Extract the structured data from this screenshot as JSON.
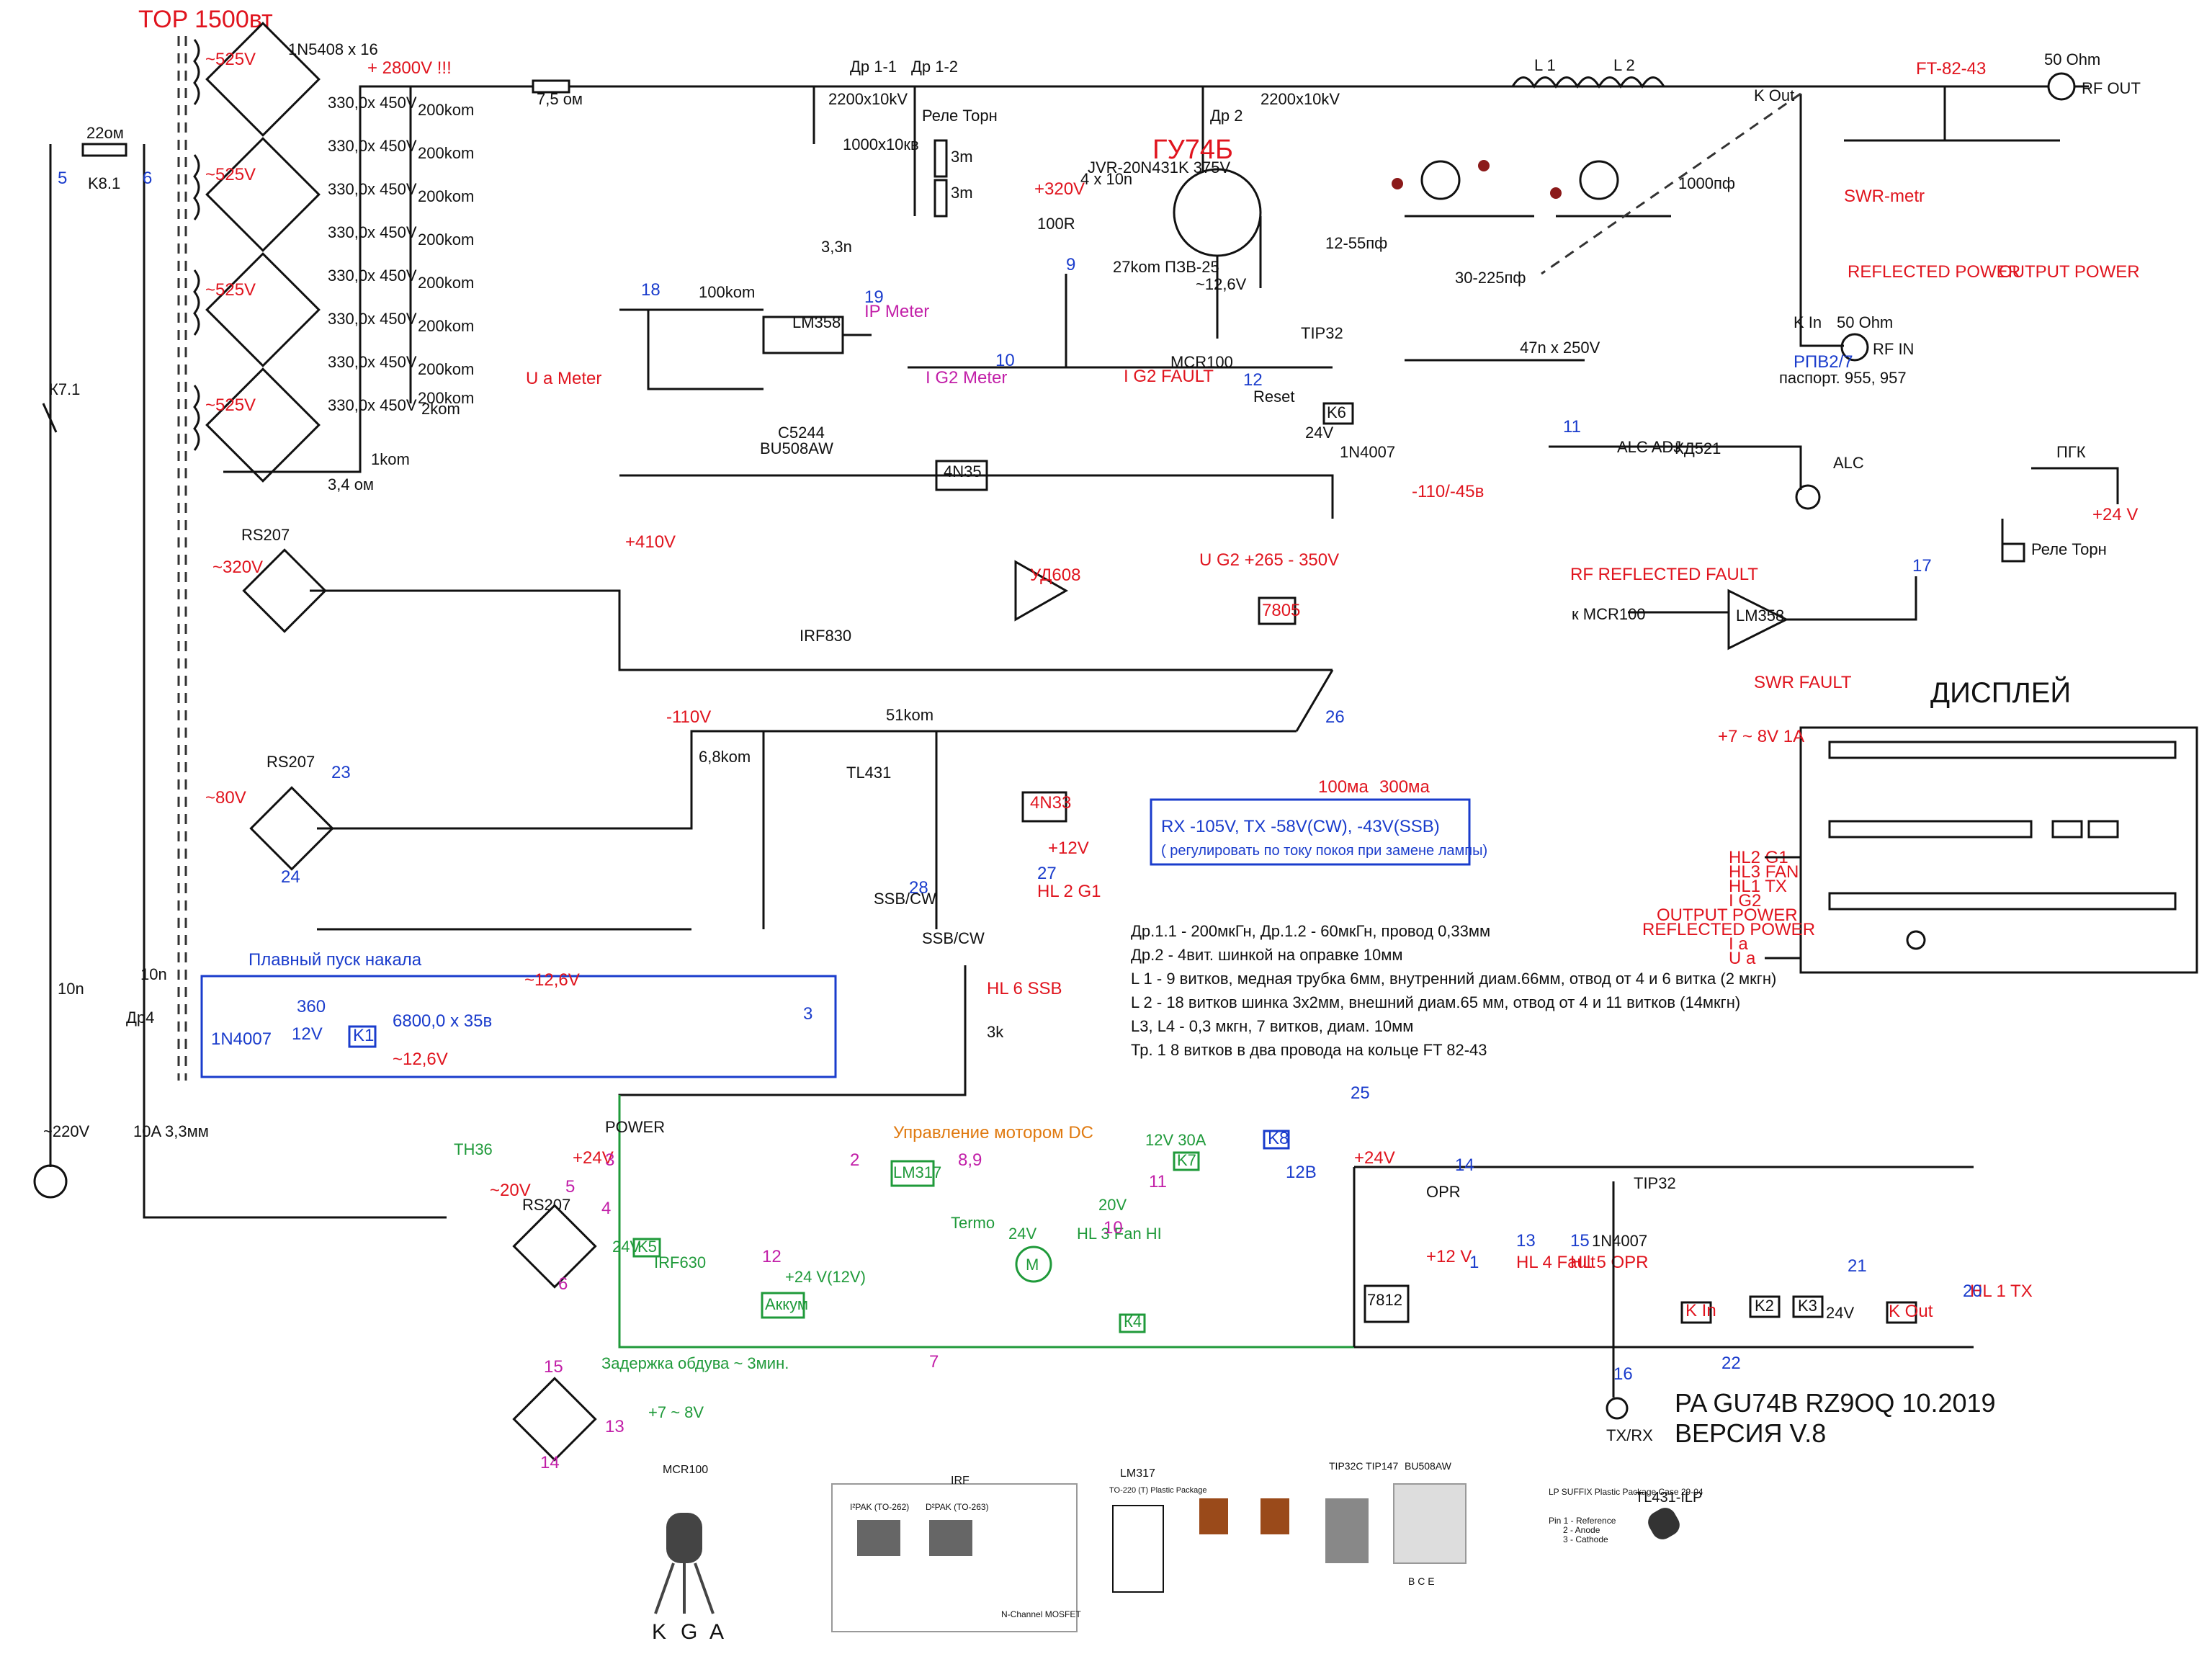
{
  "title": {
    "line1": "PA  GU74B  RZ9OQ  10.2019",
    "line2": "ВЕРСИЯ V.8"
  },
  "colors": {
    "red": "#e0141e",
    "blue": "#1a3ccc",
    "green": "#1f9a3a",
    "magenta": "#c21fa8",
    "orange": "#e07a10"
  },
  "transformer": {
    "label": "TOP 1500вт",
    "tn36": "TH36"
  },
  "hv": {
    "rect_label": "1N5408 x 16",
    "sec_voltage": "~525V",
    "caps": "330,0x 450V",
    "res": "200kom",
    "out_voltage": "+ 2800V !!!",
    "ua_meter": "U a  Meter",
    "res_2kom": "2kom",
    "res_1kom": "1kom",
    "res_34om": "3,4 ом",
    "res_75om": "7,5 ом",
    "k7": "К7.1"
  },
  "mains": {
    "voltage": "~220V",
    "fuse": "10A 3,3мм",
    "relay": "K8.1",
    "res22": "22ом",
    "pin5": "5",
    "pin6": "6",
    "cap10n": "10n",
    "dr4": "Др4"
  },
  "rf": {
    "dr11": "Др 1-1",
    "dr12": "Др 1-2",
    "dr2": "Др 2",
    "cap_2200": "2200x10kV",
    "cap_1000": "1000x10кв",
    "cap_out": "2200x10kV",
    "rele_torn": "Реле Торн",
    "r3m": "3m",
    "tube": "ГУ74Б",
    "jvr": "JVR-20N431K 375V",
    "res_27k": "27kom ПЗВ-25",
    "plus320": "+320V",
    "cap4x10n": "4 x 10n",
    "res100r": "100R",
    "heater": "~12,6V",
    "l1": "L 1",
    "l2": "L 2",
    "rf_out": "RF OUT",
    "rf_in": "RF IN",
    "ohm50": "50 Ohm",
    "k_out": "K  Out",
    "k_in": "K  In",
    "rpv": "РПВ2/7",
    "passport": "паспорт. 955, 957",
    "ft": "FT-82-43",
    "swr": "SWR-metr",
    "refl": "REFLECTED POWER",
    "outp": "OUTPUT POWER",
    "pgk": "ПГК",
    "plus24": "+24 V",
    "rele_torn2": "Реле Торн",
    "cap1000pf": "1000пф",
    "cap12_55": "12-55пф",
    "cap30_225": "30-225пф"
  },
  "ip_meter": {
    "lm": "LM358",
    "label": "IP Meter",
    "res100k": "100kom",
    "cap3n": "3,3n",
    "pin18": "18",
    "pin19": "19"
  },
  "g2": {
    "label": "I G2  Meter",
    "mcr": "MCR100",
    "fault": "I G2  FAULT",
    "reset": "Reset",
    "tip": "TIP32",
    "k6": "K6",
    "v24": "24V",
    "d4007": "1N4007",
    "c5244": "C5244",
    "bu": "BU508AW",
    "n35": "4N35",
    "ug2": "U G2  +265 - 350V",
    "irf": "IRF830",
    "ud": "УД608",
    "v7805": "7805",
    "plus410": "+410V",
    "minus320": "~320V",
    "rs207": "RS207",
    "pin10": "10",
    "pin12": "12",
    "pin9": "9"
  },
  "alc": {
    "adj": "ALC ADJ",
    "alc": "ALC",
    "kd": "КД521",
    "minus110": "-110/-45в",
    "c47n": "47n x 250V",
    "pin11": "11"
  },
  "swr_fault": {
    "label": "RF REFLECTED FAULT",
    "lm": "LM358",
    "swr": "SWR FAULT",
    "mcr": "к MCR100",
    "pin17": "17"
  },
  "bias": {
    "minus110": "-110V",
    "minus80": "~80V",
    "rs207": "RS207",
    "r68k": "6,8kom",
    "r51k": "51kom",
    "tl431": "TL431",
    "n33": "4N33",
    "led": "HL 2 G1",
    "ssb_cw": "SSB/CW",
    "ma100": "100ма",
    "ma300": "300ма",
    "rx": "RX -105V, TX -58V(CW), -43V(SSB)",
    "note": "( регулировать по току покоя при замене лампы)",
    "plus12": "+12V",
    "pin26": "26",
    "pin27": "27",
    "pin28": "28",
    "pin23": "23",
    "pin24": "24"
  },
  "notes": [
    "Др.1.1 - 200мкГн, Др.1.2 - 60мкГн,  провод 0,33мм",
    "Др.2 - 4вит. шинкой на оправке 10мм",
    "L 1 - 9 витков, медная трубка 6мм, внутренний диам.66мм, отвод от 4 и 6 витка (2 мкгн)",
    "L 2 - 18 витков шинка 3х2мм, внешний диам.65 мм,   отвод от 4 и 11 витков (14мкгн)",
    "L3, L4 - 0,3 мкгн, 7 витков, диам. 10мм",
    "Тр. 1  8 витков в два провода на кольце FT 82-43"
  ],
  "display": {
    "title": "ДИСПЛЕЙ",
    "supply": "+7 ~ 8V 1A",
    "inputs": [
      "HL2  G1",
      "HL3  FAN",
      "HL1  TX",
      "I G2",
      "OUTPUT POWER",
      "REFLECTED POWER",
      "I a",
      "U a"
    ]
  },
  "soft_start": {
    "label": "Плавный пуск накала",
    "v126": "~12,6V",
    "v12": "12V",
    "k1": "K1",
    "cap": "6800,0 x 35в",
    "r360": "360",
    "pin3": "3",
    "d4007": "1N4007"
  },
  "hl6": {
    "label": "HL 6 SSB",
    "ssb": "SSB/CW",
    "r3k": "3k"
  },
  "power": {
    "power": "POWER",
    "plus24": "+24V",
    "minus20": "~20V",
    "rs207": "RS207",
    "k5": "K5",
    "v24": "24V",
    "irf630": "IRF630",
    "delay": "Задержка обдува ~ 3мин.",
    "akkum": "Аккум",
    "v24_12": "+24 V(12V)",
    "lm317": "LM317",
    "motor": "Управление мотором DC",
    "termo": "Termo",
    "hl3": "HL 3 Fan HI",
    "k4": "К4",
    "v20": "20V",
    "plus7_8": "+7 ~ 8V",
    "pins": [
      "2",
      "3",
      "4",
      "5",
      "6",
      "7",
      "8,9",
      "10",
      "11",
      "12",
      "13",
      "14",
      "15"
    ]
  },
  "tx": {
    "plus24": "+24V",
    "opr": "OPR",
    "tip": "TIP32",
    "v7812": "7812",
    "plus12": "+12 V",
    "hl4": "HL 4 Fault",
    "hl5": "HL 5 OPR",
    "hl1": "HL 1 TX",
    "k_in": "K In",
    "k2": "K2",
    "k3": "K3",
    "k_out": "K Out",
    "v24": "24V",
    "txrx": "TX/RX",
    "d4007": "1N4007",
    "k7": "K7",
    "k8": "K8",
    "v12": "12B",
    "v12_30a": "12V 30A",
    "pins": [
      "1",
      "13",
      "14",
      "15",
      "16",
      "20",
      "21",
      "22",
      "25"
    ]
  },
  "packages": {
    "mcr": "MCR100",
    "kga": [
      "K",
      "G",
      "A"
    ],
    "irf": "IRF",
    "ipak": "I²PAK (TO-262)",
    "dpak": "D²PAK (TO-263)",
    "nmos": "N-Channel MOSFET",
    "lm317": "LM317",
    "to220": "TO-220 (T) Plastic Package",
    "tip": "TIP32C TIP147",
    "bu": "BU508AW",
    "bce": "B C E",
    "tl431": "TL431-ILP",
    "lp": "LP SUFFIX Plastic Package Case 29-04",
    "pins": [
      "Pin 1 - Reference",
      "2 - Anode",
      "3 - Cathode"
    ]
  }
}
